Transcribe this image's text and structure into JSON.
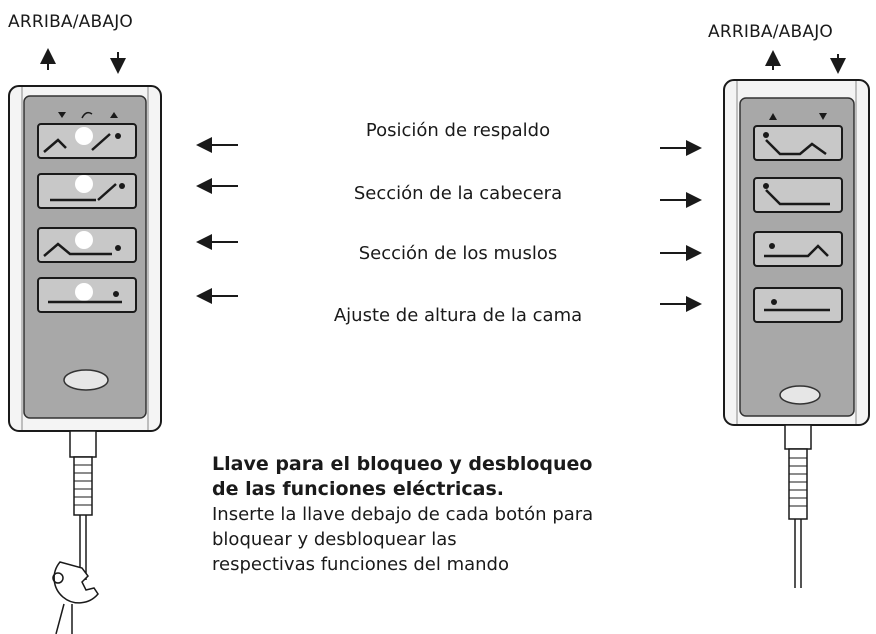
{
  "header": {
    "left": "ARRIBA/ABAJO",
    "right": "ARRIBA/ABAJO"
  },
  "labels": [
    "Posición de respaldo",
    "Sección  de la cabecera",
    "Sección de los muslos",
    "Ajuste de altura de la cama"
  ],
  "key_info": {
    "title_line1": "Llave para el bloqueo y desbloqueo",
    "title_line2": "de las funciones eléctricas.",
    "body_line1": "Inserte la llave debajo de cada botón para",
    "body_line2": "bloquear y desbloquear las",
    "body_line3": "respectivas funciones del mando"
  }
}
